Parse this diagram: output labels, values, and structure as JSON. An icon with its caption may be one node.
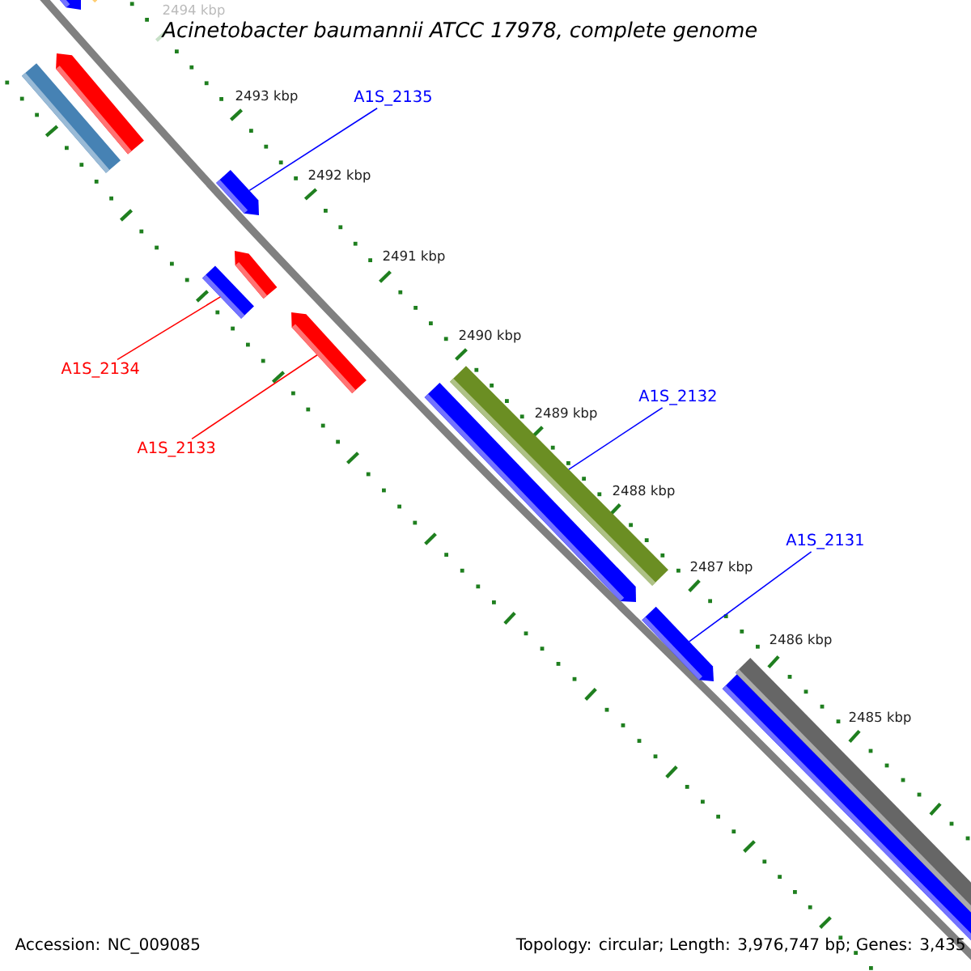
{
  "diagram": {
    "title": "Acinetobacter baumannii ATCC 17978, complete genome",
    "nodes": [
      {
        "text": [
          "A1S_2135"
        ]
      },
      {
        "text": [],
        "shape": "pentagon"
      },
      {
        "text": [
          "A1S_2134"
        ]
      },
      {
        "text": [],
        "shape": "pentagon"
      },
      {
        "text": [
          "A1S_2133"
        ]
      },
      {
        "text": [],
        "shape": "pentagon"
      },
      {
        "text": [
          "A1S_2132"
        ]
      },
      {
        "text": [],
        "shape": "pentagon"
      },
      {
        "text": [
          "A1S_2131"
        ]
      },
      {
        "text": [],
        "shape": "pentagon"
      },
      {
        "text": [],
        "shape": "pentagon"
      },
      {
        "text": [],
        "shape": "bar"
      },
      {
        "text": [],
        "shape": "pentagon"
      },
      {
        "text": [],
        "shape": "bar"
      },
      {
        "text": [],
        "shape": "bar"
      },
      {
        "text": [],
        "shape": "bar"
      },
      {
        "text": [],
        "shape": "bar"
      },
      {
        "text": [],
        "shape": "bar"
      }
    ],
    "edges": [
      {
        "from": 0,
        "to": 1,
        "arrow": "none"
      },
      {
        "from": 2,
        "to": 14,
        "arrow": "none",
        "color": "#ff0000"
      },
      {
        "from": 4,
        "to": 5,
        "arrow": "none",
        "color": "#ff0000"
      },
      {
        "from": 6,
        "to": 15,
        "arrow": "none"
      },
      {
        "from": 8,
        "to": 9,
        "arrow": "none"
      }
    ],
    "labels": [
      "2494 kbp",
      "2493 kbp",
      "2492 kbp",
      "2491 kbp",
      "2490 kbp",
      "2489 kbp",
      "2488 kbp",
      "2487 kbp",
      "2486 kbp",
      "2485 kbp",
      "Accession: NC_009085",
      "Topology: circular; Length: 3,976,747 bp; Genes: 3,435"
    ]
  }
}
